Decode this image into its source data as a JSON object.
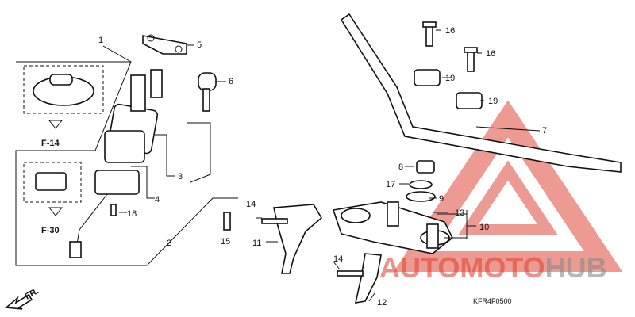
{
  "diagram": {
    "code": "KFR4F0500",
    "direction_label": "FR.",
    "refs": {
      "f14": "F-14",
      "f30": "F-30"
    },
    "callouts": {
      "c1": "1",
      "c2": "2",
      "c3": "3",
      "c4": "4",
      "c5": "5",
      "c6": "6",
      "c7": "7",
      "c8": "8",
      "c9": "9",
      "c10": "10",
      "c11": "11",
      "c12": "12",
      "c13": "13",
      "c14a": "14",
      "c14b": "14",
      "c15": "15",
      "c16a": "16",
      "c16b": "16",
      "c17": "17",
      "c18": "18",
      "c19a": "19",
      "c19b": "19"
    }
  },
  "watermark": {
    "part1": "AUTOMOTO",
    "part2": "HUB",
    "colors": {
      "red": "#e0483a",
      "gray": "#8a8a8a"
    }
  }
}
